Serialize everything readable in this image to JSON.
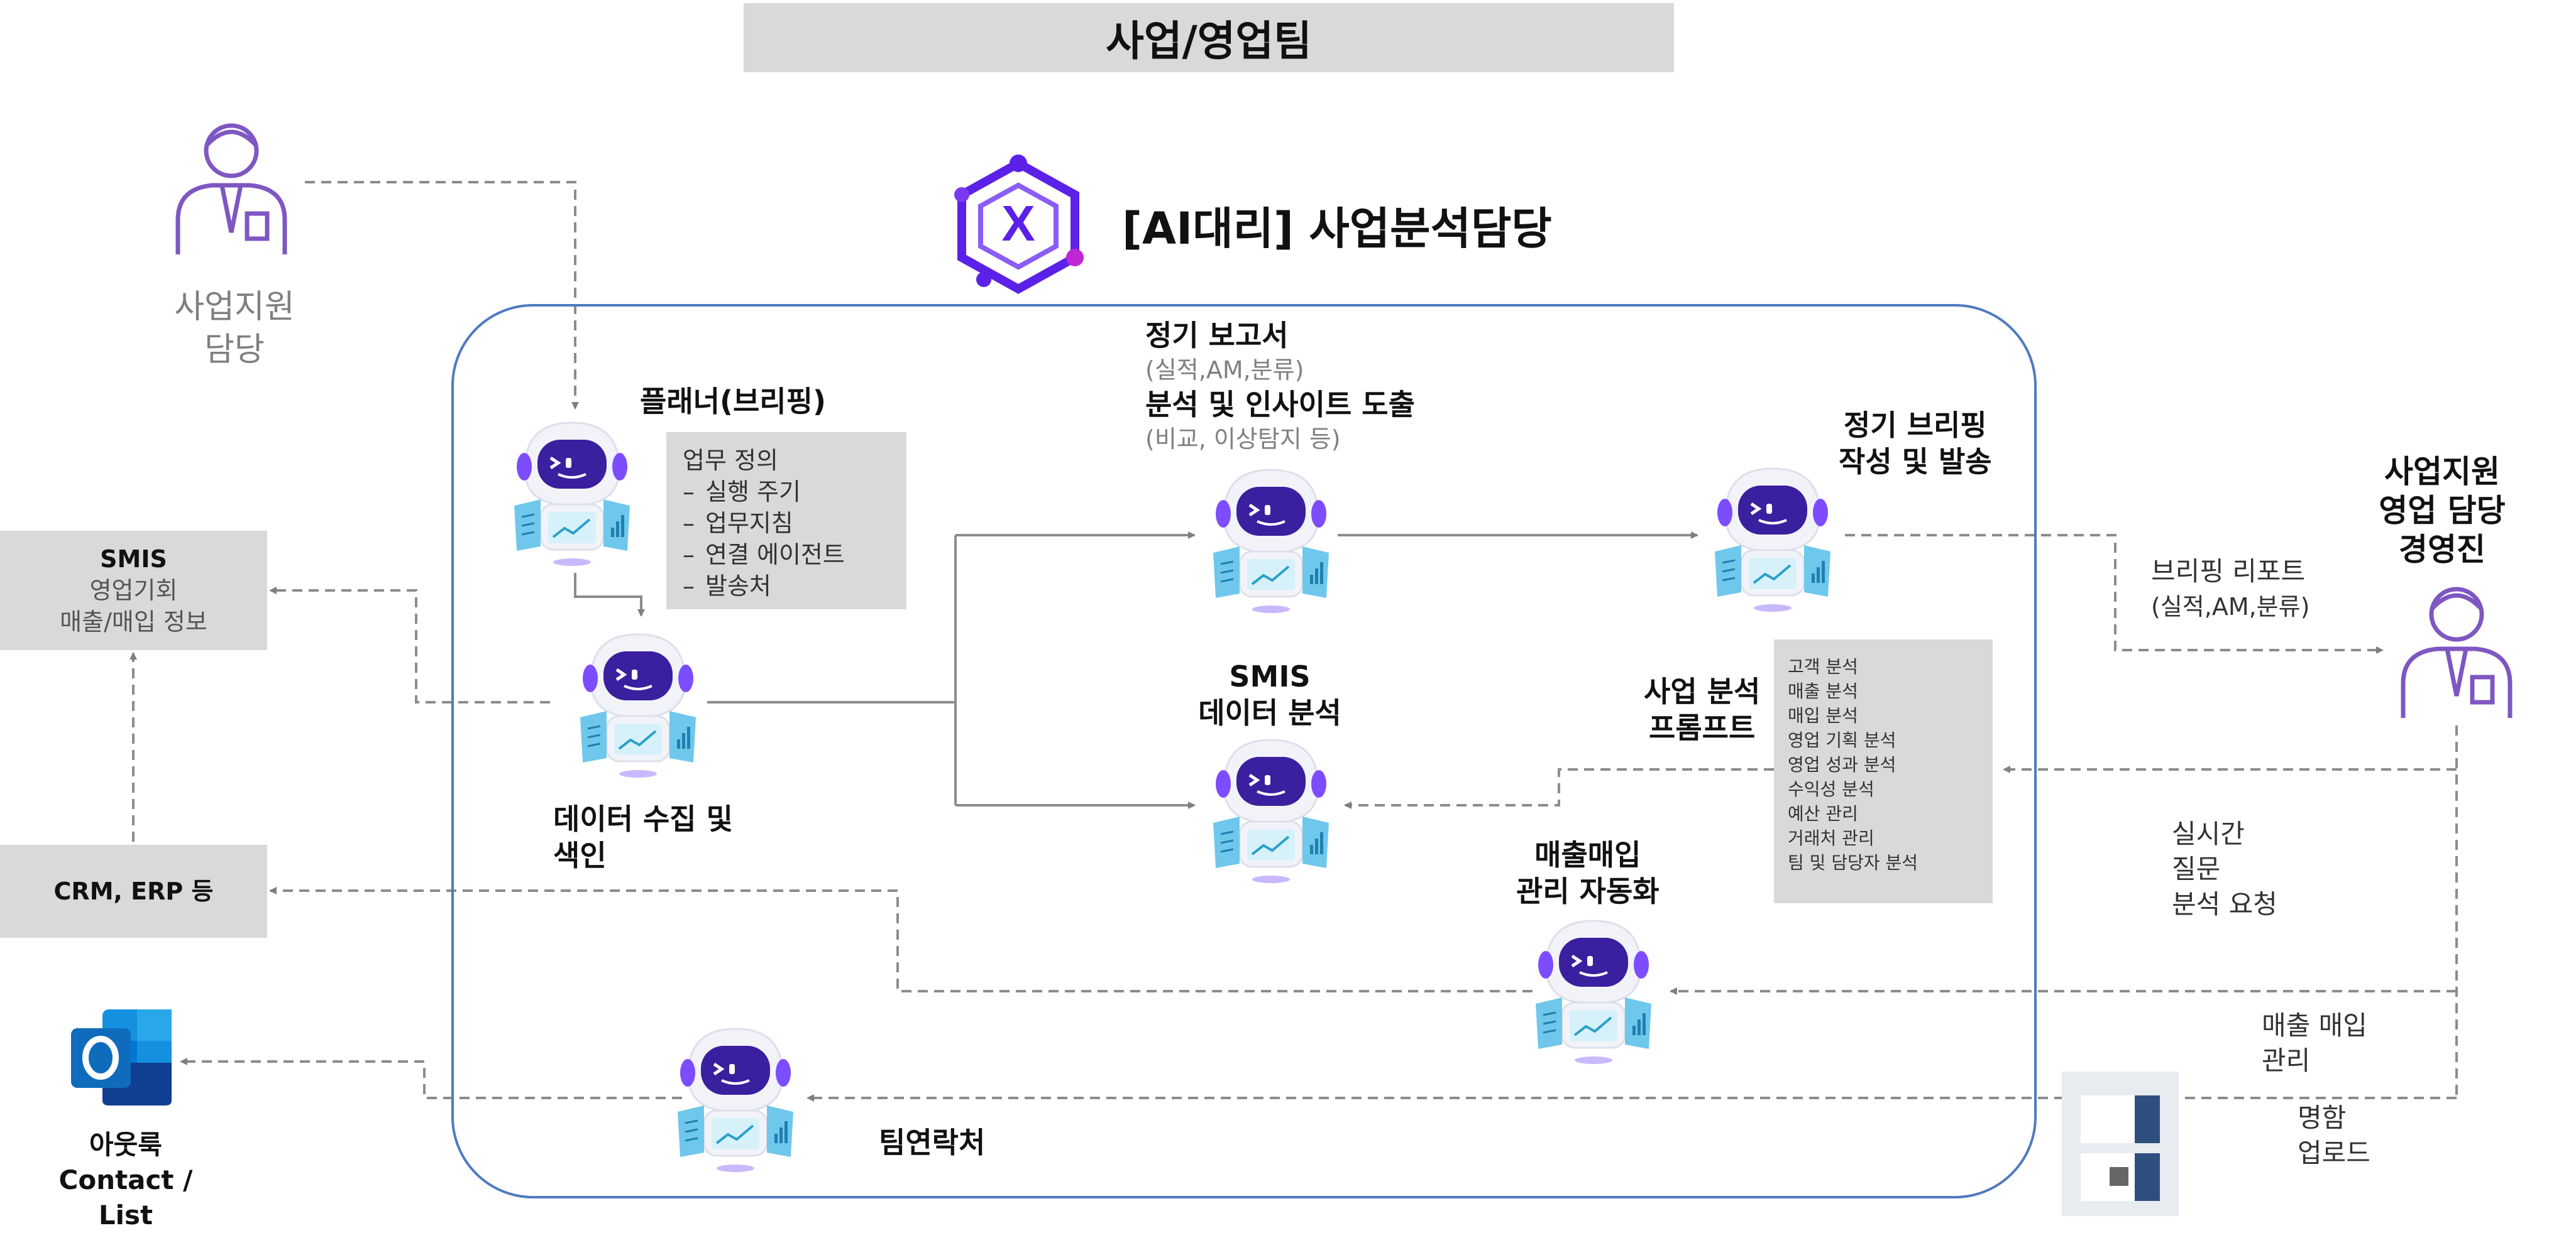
{
  "header": {
    "title": "사업/영업팀"
  },
  "agent": {
    "title": "[AI대리] 사업분석담당",
    "logo_icon": "x-hexagon-logo-icon",
    "accent": "#5b21e8"
  },
  "left_persona": {
    "label_line1": "사업지원",
    "label_line2": "담당",
    "icon": "user-badge-icon"
  },
  "right_persona": {
    "label_line1": "사업지원",
    "label_line2": "영업 담당",
    "label_line3": "경영진",
    "icon": "user-badge-icon"
  },
  "systems": {
    "smis": {
      "line1": "SMIS",
      "line2": "영업기회",
      "line3": "매출/매입 정보"
    },
    "crm": {
      "label": "CRM, ERP 등"
    },
    "outlook": {
      "line1": "아웃룩",
      "line2": "Contact / List"
    }
  },
  "planner": {
    "title": "플래너(브리핑)",
    "task_title": "업무 정의",
    "tasks": [
      "실행 주기",
      "업무지침",
      "연결 에이전트",
      "발송처"
    ]
  },
  "data_collect": {
    "line1": "데이터 수집 및",
    "line2": "색인"
  },
  "regular_report": {
    "title": "정기 보고서",
    "sub1": "(실적,AM,분류)",
    "title2": "분석 및 인사이트 도출",
    "sub2": "(비교, 이상탐지 등)"
  },
  "smis_analysis": {
    "line1": "SMIS",
    "line2": "데이터 분석"
  },
  "briefing": {
    "line1": "정기 브리핑",
    "line2": "작성 및 발송"
  },
  "briefing_report": {
    "line1": "브리핑 리포트",
    "line2": "(실적,AM,분류)"
  },
  "prompt": {
    "label_line1": "사업 분석",
    "label_line2": "프롬프트",
    "items": [
      "고객 분석",
      "매출 분석",
      "매입 분석",
      "영업 기획 분석",
      "영업 성과 분석",
      "수익성 분석",
      "예산 관리",
      "거래처 관리",
      "팀 및 담당자 분석"
    ]
  },
  "realtime": {
    "line1": "실시간",
    "line2": "질문",
    "line3": "분석 요청"
  },
  "sales_auto": {
    "line1": "매출매입",
    "line2": "관리 자동화"
  },
  "sales_mgmt": {
    "line1": "매출 매입",
    "line2": "관리"
  },
  "card_upload": {
    "line1": "명함",
    "line2": "업로드"
  },
  "team_contacts": {
    "label": "팀연락처"
  }
}
